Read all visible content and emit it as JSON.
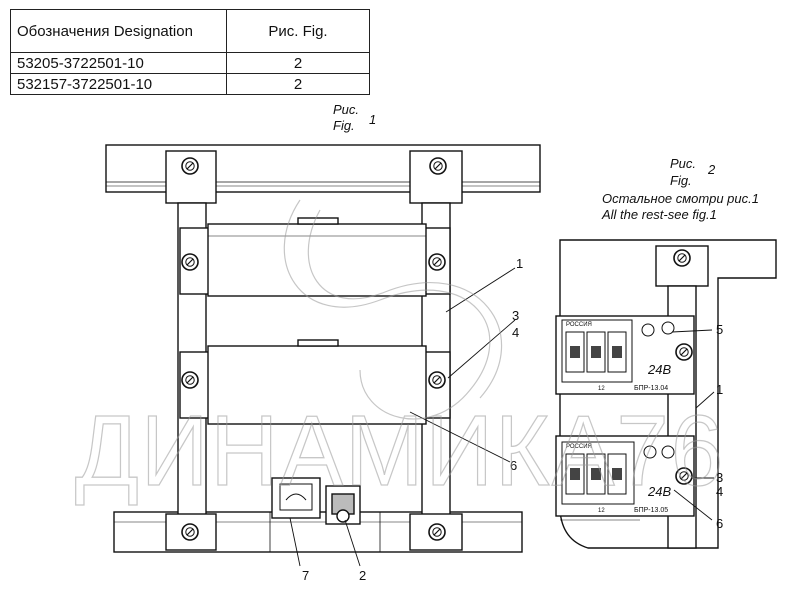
{
  "table": {
    "header": {
      "designation": "Обозначения Designation",
      "figure": "Рис. Fig."
    },
    "rows": [
      {
        "designation": "53205-3722501-10",
        "figure": "2"
      },
      {
        "designation": "532157-3722501-10",
        "figure": "2"
      }
    ]
  },
  "fig1": {
    "title_ru": "Рис.",
    "title_en": "Fig.",
    "number": "1"
  },
  "fig2": {
    "title_ru": "Рис.",
    "title_en": "Fig.",
    "number": "2",
    "note_ru": "Остальное смотри рис.1",
    "note_en": "All the rest-see fig.1"
  },
  "callouts_fig1": [
    "1",
    "3",
    "4",
    "6",
    "7",
    "2"
  ],
  "callouts_fig2": [
    "5",
    "1",
    "3",
    "4",
    "6"
  ],
  "block_top": {
    "brand": "РОССИЯ",
    "voltage": "24В",
    "slot": "12",
    "model": "БПР-13.04"
  },
  "block_bottom": {
    "brand": "РОССИЯ",
    "voltage": "24В",
    "slot": "12",
    "model": "БПР-13.05"
  },
  "watermark": "ДИНАМИКА76"
}
